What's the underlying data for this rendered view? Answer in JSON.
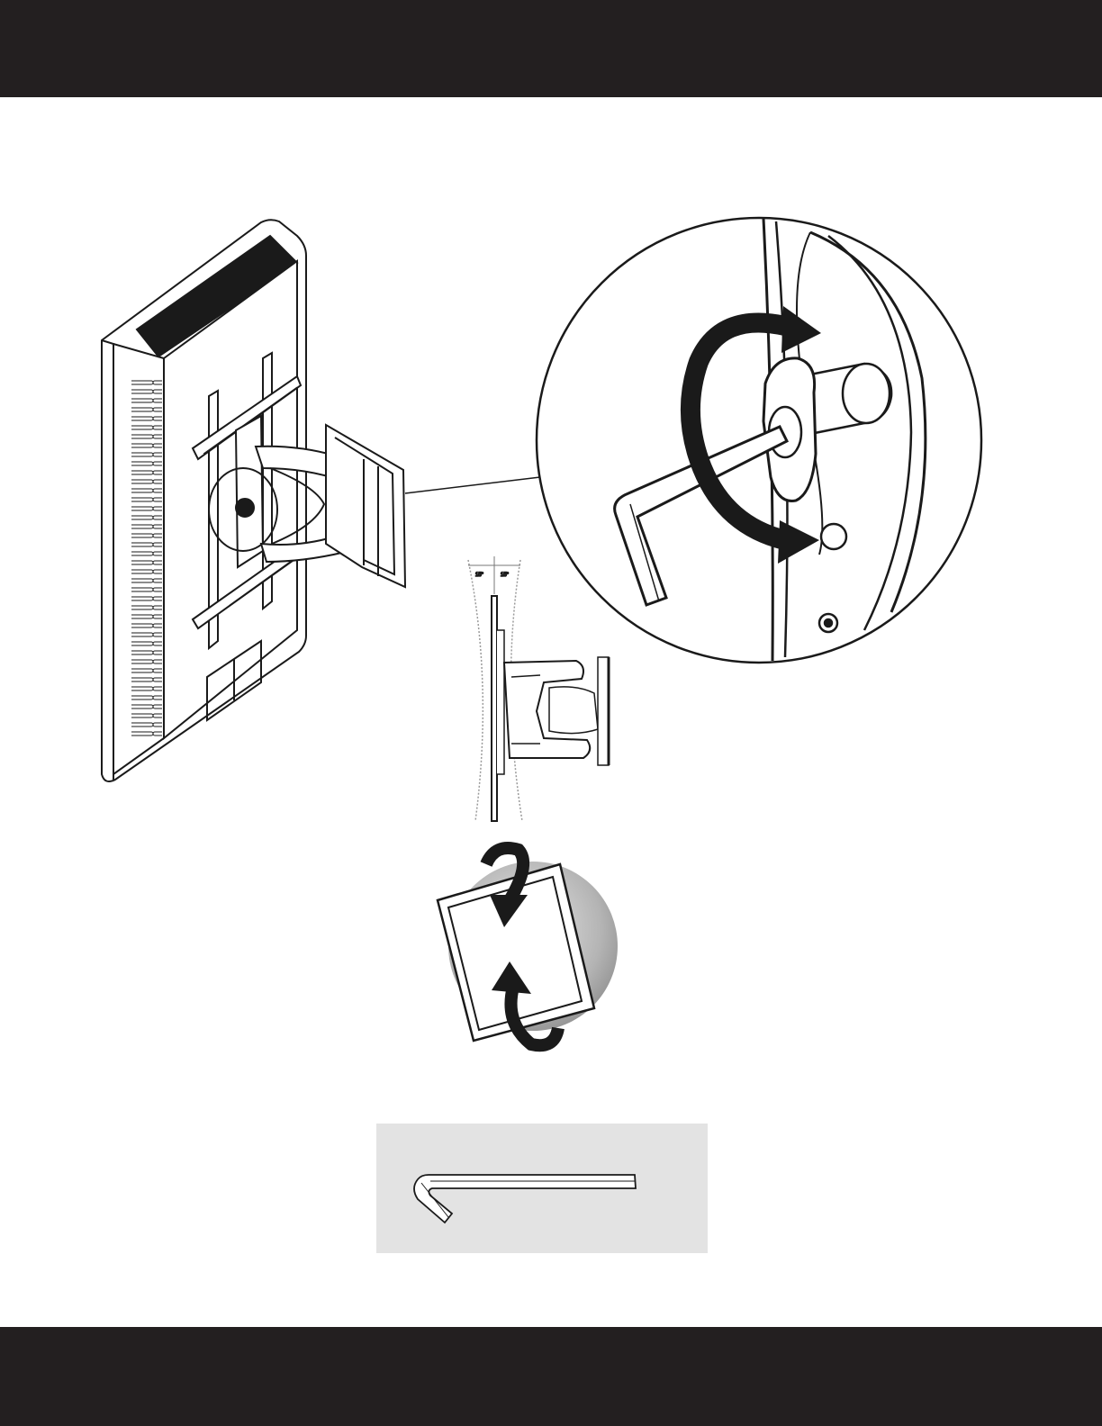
{
  "colors": {
    "header_band": "#231f20",
    "footer_band": "#231f20",
    "line": "#1a1a1a",
    "tool_box_bg": "#e3e3e3",
    "accent_arrow": "#1a1a1a"
  },
  "tilt_diagram": {
    "left_angle_label": "15°",
    "right_angle_label": "15°"
  },
  "icons": {
    "header": "header-band",
    "tv_mount": "tv-wall-mount-illustration",
    "detail": "allen-key-tension-detail-icon",
    "tilt": "tilt-range-diagram",
    "rotate": "screen-rotate-icon",
    "tool": "allen-key-icon"
  }
}
